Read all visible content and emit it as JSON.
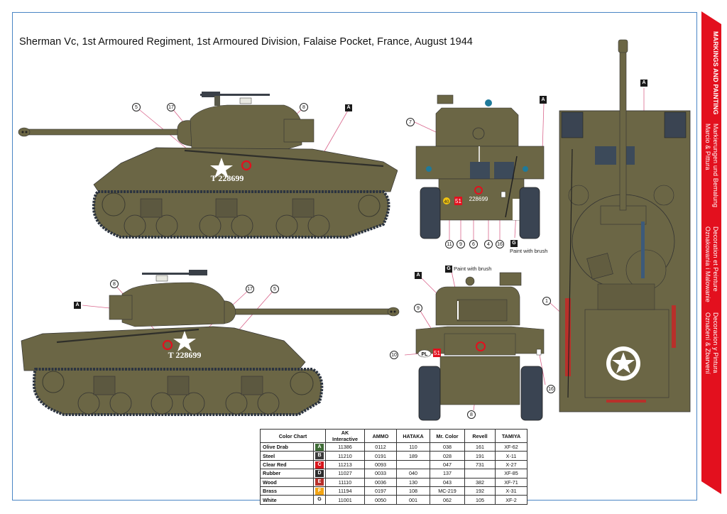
{
  "page": {
    "title": "Sherman Vc, 1st Armoured Regiment, 1st Armoured Division, Falaise Pocket, France, August 1944",
    "colors": {
      "frame_border": "#4a86c5",
      "tab_red": "#e3101e",
      "olive_drab": "#6b6645",
      "callout_line": "#d9668c"
    }
  },
  "side_tab": {
    "lines": [
      {
        "text": "MARKINGS AND PAINTING"
      },
      {
        "text": "Markierungen und Bemalung"
      },
      {
        "text": "Marcio & Pittura"
      },
      {
        "text": "Decoration et Peinture"
      },
      {
        "text": "Oznakowania i Malowanie"
      },
      {
        "text": "Decoracion y Pintura"
      },
      {
        "text": "Označení & Zbarvení"
      }
    ]
  },
  "views": {
    "left_side": {
      "serial": "T 228699",
      "callouts": [
        "5",
        "17",
        "8"
      ],
      "color_label": "A"
    },
    "right_side": {
      "serial": "T 228699",
      "callouts": [
        "8",
        "17",
        "5"
      ],
      "color_label": "A"
    },
    "rear": {
      "callouts": [
        "7",
        "11",
        "9",
        "6",
        "4",
        "16"
      ],
      "color_labels": [
        "A",
        "G"
      ],
      "note": "Paint with brush",
      "serial": "228699",
      "unit_sign_yellow": "40",
      "unit_sign_red": "51"
    },
    "front": {
      "callouts": [
        "9",
        "10",
        "8",
        "16"
      ],
      "color_labels": [
        "A",
        "G"
      ],
      "note": "Paint with brush",
      "plate": "PL",
      "unit_sign_red": "51"
    },
    "top": {
      "callouts": [
        "1"
      ],
      "color_label": "A"
    }
  },
  "color_chart": {
    "headers": [
      "Color Chart",
      "AK Interactive",
      "AMMO",
      "HATAKA",
      "Mr. Color",
      "Revell",
      "TAMIYA"
    ],
    "rows": [
      {
        "name": "Olive Drab",
        "code": "A",
        "swatch": "#3e6b35",
        "ak": "11386",
        "ammo": "0112",
        "hataka": "110",
        "mrcolor": "038",
        "revell": "161",
        "tamiya": "XF-62"
      },
      {
        "name": "Steel",
        "code": "B",
        "swatch": "#3a3a3a",
        "ak": "11210",
        "ammo": "0191",
        "hataka": "189",
        "mrcolor": "028",
        "revell": "191",
        "tamiya": "X-11"
      },
      {
        "name": "Clear Red",
        "code": "C",
        "swatch": "#d7151c",
        "ak": "11213",
        "ammo": "0093",
        "hataka": "",
        "mrcolor": "047",
        "revell": "731",
        "tamiya": "X-27"
      },
      {
        "name": "Rubber",
        "code": "D",
        "swatch": "#2b2b2b",
        "ak": "11027",
        "ammo": "0033",
        "hataka": "040",
        "mrcolor": "137",
        "revell": "",
        "tamiya": "XF-85"
      },
      {
        "name": "Wood",
        "code": "E",
        "swatch": "#b8302a",
        "ak": "11110",
        "ammo": "0036",
        "hataka": "130",
        "mrcolor": "043",
        "revell": "382",
        "tamiya": "XF-71"
      },
      {
        "name": "Brass",
        "code": "F",
        "swatch": "#f2a516",
        "ak": "11194",
        "ammo": "0197",
        "hataka": "108",
        "mrcolor": "MC-219",
        "revell": "192",
        "tamiya": "X-31"
      },
      {
        "name": "White",
        "code": "G",
        "swatch": "#ffffff",
        "ak": "11001",
        "ammo": "0050",
        "hataka": "001",
        "mrcolor": "062",
        "revell": "105",
        "tamiya": "XF-2"
      }
    ]
  }
}
